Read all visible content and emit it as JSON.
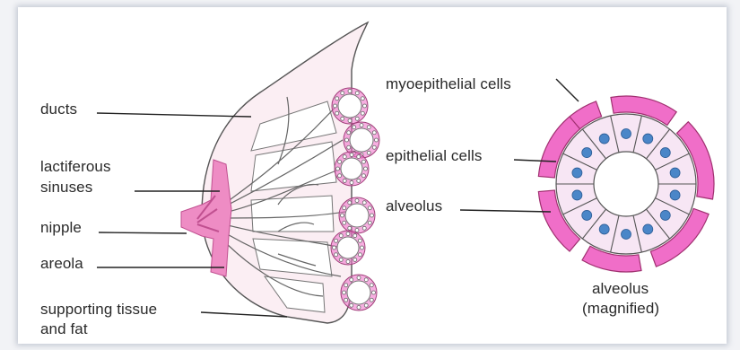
{
  "labels": {
    "ducts": "ducts",
    "lactiferous_1": "lactiferous",
    "lactiferous_2": "sinuses",
    "nipple": "nipple",
    "areola": "areola",
    "supporting_1": "supporting tissue",
    "supporting_2": "and fat",
    "myoepithelial": "myoepithelial cells",
    "epithelial": "epithelial cells",
    "alveolus": "alveolus",
    "caption_1": "alveolus",
    "caption_2": "(magnified)"
  },
  "colors": {
    "tissue_fill": "#fbeef3",
    "areola_pink": "#ee8cc4",
    "myoepithelial_pink": "#f06ec8",
    "epithelial_fill": "#f7e6f4",
    "nucleus_blue": "#4a86c8",
    "outline": "#555555",
    "leader_line": "#222222"
  }
}
